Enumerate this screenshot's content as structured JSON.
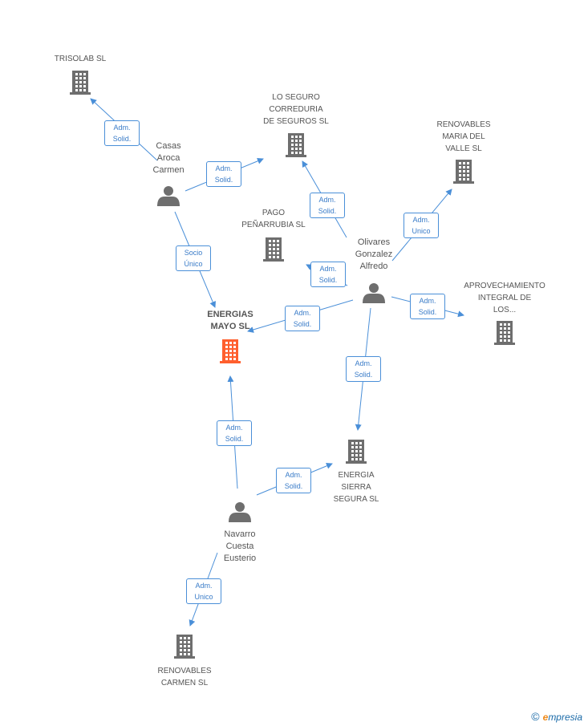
{
  "colors": {
    "accent": "#ff5f2e",
    "node": "#6e6e6e",
    "edge": "#4a8fd8",
    "edge_text": "#3a7cc8",
    "brand_e": "#ef8a1a",
    "brand": "#1a6aa8"
  },
  "companies": [
    {
      "id": "trisolab",
      "lines": [
        "TRISOLAB SL"
      ]
    },
    {
      "id": "seguro",
      "lines": [
        "LO SEGURO",
        "CORREDURIA",
        "DE SEGUROS SL"
      ]
    },
    {
      "id": "renov_maria",
      "lines": [
        "RENOVABLES",
        "MARIA DEL",
        "VALLE SL"
      ]
    },
    {
      "id": "pago",
      "lines": [
        "PAGO",
        "PEÑARRUBIA  SL"
      ]
    },
    {
      "id": "aprov",
      "lines": [
        "APROVECHAMIENTO",
        "INTEGRAL DE",
        "LOS..."
      ]
    },
    {
      "id": "energias",
      "lines": [
        "ENERGIAS",
        "MAYO SL"
      ],
      "main": true
    },
    {
      "id": "sierra",
      "lines": [
        "ENERGIA",
        "SIERRA",
        "SEGURA SL"
      ]
    },
    {
      "id": "renov_carmen",
      "lines": [
        "RENOVABLES",
        "CARMEN SL"
      ]
    }
  ],
  "persons": [
    {
      "id": "casas",
      "lines": [
        "Casas",
        "Aroca",
        "Carmen"
      ]
    },
    {
      "id": "olivares",
      "lines": [
        "Olivares",
        "Gonzalez",
        "Alfredo"
      ]
    },
    {
      "id": "navarro",
      "lines": [
        "Navarro",
        "Cuesta",
        "Eusterio"
      ]
    }
  ],
  "edges": [
    {
      "from": "casas",
      "to": "trisolab",
      "label": [
        "Adm.",
        "Solid."
      ]
    },
    {
      "from": "casas",
      "to": "seguro",
      "label": [
        "Adm.",
        "Solid."
      ]
    },
    {
      "from": "casas",
      "to": "energias",
      "label": [
        "Socio",
        "Único"
      ]
    },
    {
      "from": "olivares",
      "to": "seguro",
      "label": [
        "Adm.",
        "Solid."
      ]
    },
    {
      "from": "olivares",
      "to": "renov_maria",
      "label": [
        "Adm.",
        "Unico"
      ]
    },
    {
      "from": "olivares",
      "to": "pago",
      "label": [
        "Adm.",
        "Solid."
      ]
    },
    {
      "from": "olivares",
      "to": "aprov",
      "label": [
        "Adm.",
        "Solid."
      ]
    },
    {
      "from": "olivares",
      "to": "energias",
      "label": [
        "Adm.",
        "Solid."
      ]
    },
    {
      "from": "olivares",
      "to": "sierra",
      "label": [
        "Adm.",
        "Solid."
      ]
    },
    {
      "from": "navarro",
      "to": "energias",
      "label": [
        "Adm.",
        "Solid."
      ]
    },
    {
      "from": "navarro",
      "to": "sierra",
      "label": [
        "Adm.",
        "Solid."
      ]
    },
    {
      "from": "navarro",
      "to": "renov_carmen",
      "label": [
        "Adm.",
        "Unico"
      ]
    }
  ],
  "footer": {
    "copyright": "©",
    "brand_first": "e",
    "brand_rest": "mpresia"
  }
}
